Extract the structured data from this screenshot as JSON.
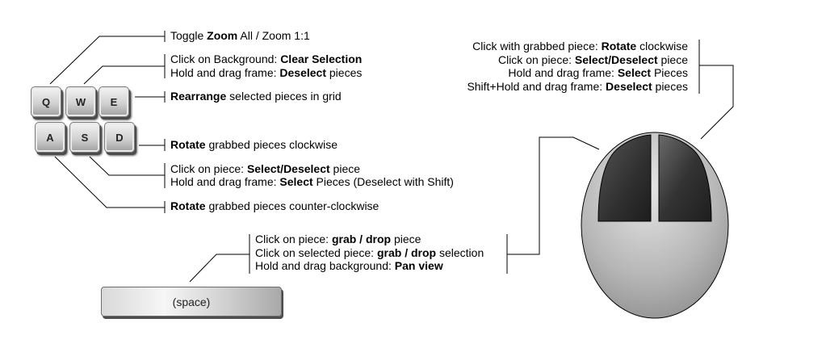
{
  "keys": [
    "Q",
    "W",
    "E",
    "A",
    "S",
    "D"
  ],
  "space_label": "(space)",
  "labels": {
    "toggle_zoom": [
      {
        "t": "Toggle ",
        "b": false
      },
      {
        "t": "Zoom",
        "b": true
      },
      {
        "t": " All / Zoom 1:1",
        "b": false
      }
    ],
    "clear_selection": [
      {
        "t": "Click on Background: ",
        "b": false
      },
      {
        "t": "Clear Selection",
        "b": true
      }
    ],
    "deselect_pieces": [
      {
        "t": "Hold and drag frame: ",
        "b": false
      },
      {
        "t": "Deselect",
        "b": true
      },
      {
        "t": " pieces",
        "b": false
      }
    ],
    "rearrange": [
      {
        "t": "Rearrange",
        "b": true
      },
      {
        "t": " selected pieces in grid",
        "b": false
      }
    ],
    "rotate_cw": [
      {
        "t": "Rotate",
        "b": true
      },
      {
        "t": " grabbed pieces clockwise",
        "b": false
      }
    ],
    "select_deselect": [
      {
        "t": "Click on piece: ",
        "b": false
      },
      {
        "t": "Select/Deselect",
        "b": true
      },
      {
        "t": " piece",
        "b": false
      }
    ],
    "select_pieces_shift": [
      {
        "t": "Hold and drag frame: ",
        "b": false
      },
      {
        "t": "Select",
        "b": true
      },
      {
        "t": " Pieces (Deselect with Shift)",
        "b": false
      }
    ],
    "rotate_ccw": [
      {
        "t": "Rotate",
        "b": true
      },
      {
        "t": " grabbed pieces counter-clockwise",
        "b": false
      }
    ],
    "grab_drop": [
      {
        "t": "Click on piece: ",
        "b": false
      },
      {
        "t": "grab / drop",
        "b": true
      },
      {
        "t": " piece",
        "b": false
      }
    ],
    "grab_drop_sel": [
      {
        "t": "Click on selected piece: ",
        "b": false
      },
      {
        "t": "grab / drop",
        "b": true
      },
      {
        "t": " selection",
        "b": false
      }
    ],
    "pan_view": [
      {
        "t": "Hold and drag background: ",
        "b": false
      },
      {
        "t": "Pan view",
        "b": true
      }
    ],
    "mouse_rotate": [
      {
        "t": "Click with grabbed piece: ",
        "b": false
      },
      {
        "t": "Rotate",
        "b": true
      },
      {
        "t": " clockwise",
        "b": false
      }
    ],
    "mouse_select": [
      {
        "t": "Click on piece: ",
        "b": false
      },
      {
        "t": "Select/Deselect",
        "b": true
      },
      {
        "t": " piece",
        "b": false
      }
    ],
    "mouse_select_frame": [
      {
        "t": "Hold and drag frame: ",
        "b": false
      },
      {
        "t": "Select",
        "b": true
      },
      {
        "t": " Pieces",
        "b": false
      }
    ],
    "mouse_deselect_frame": [
      {
        "t": "Shift+Hold and drag frame: ",
        "b": false
      },
      {
        "t": "Deselect",
        "b": true
      },
      {
        "t": " pieces",
        "b": false
      }
    ]
  },
  "colors": {
    "line": "#000000",
    "mouse_body_light": "#e0e0e0",
    "mouse_body_dark": "#8c8c8c",
    "button_dark": "#333333",
    "button_light": "#6a6a6a"
  }
}
